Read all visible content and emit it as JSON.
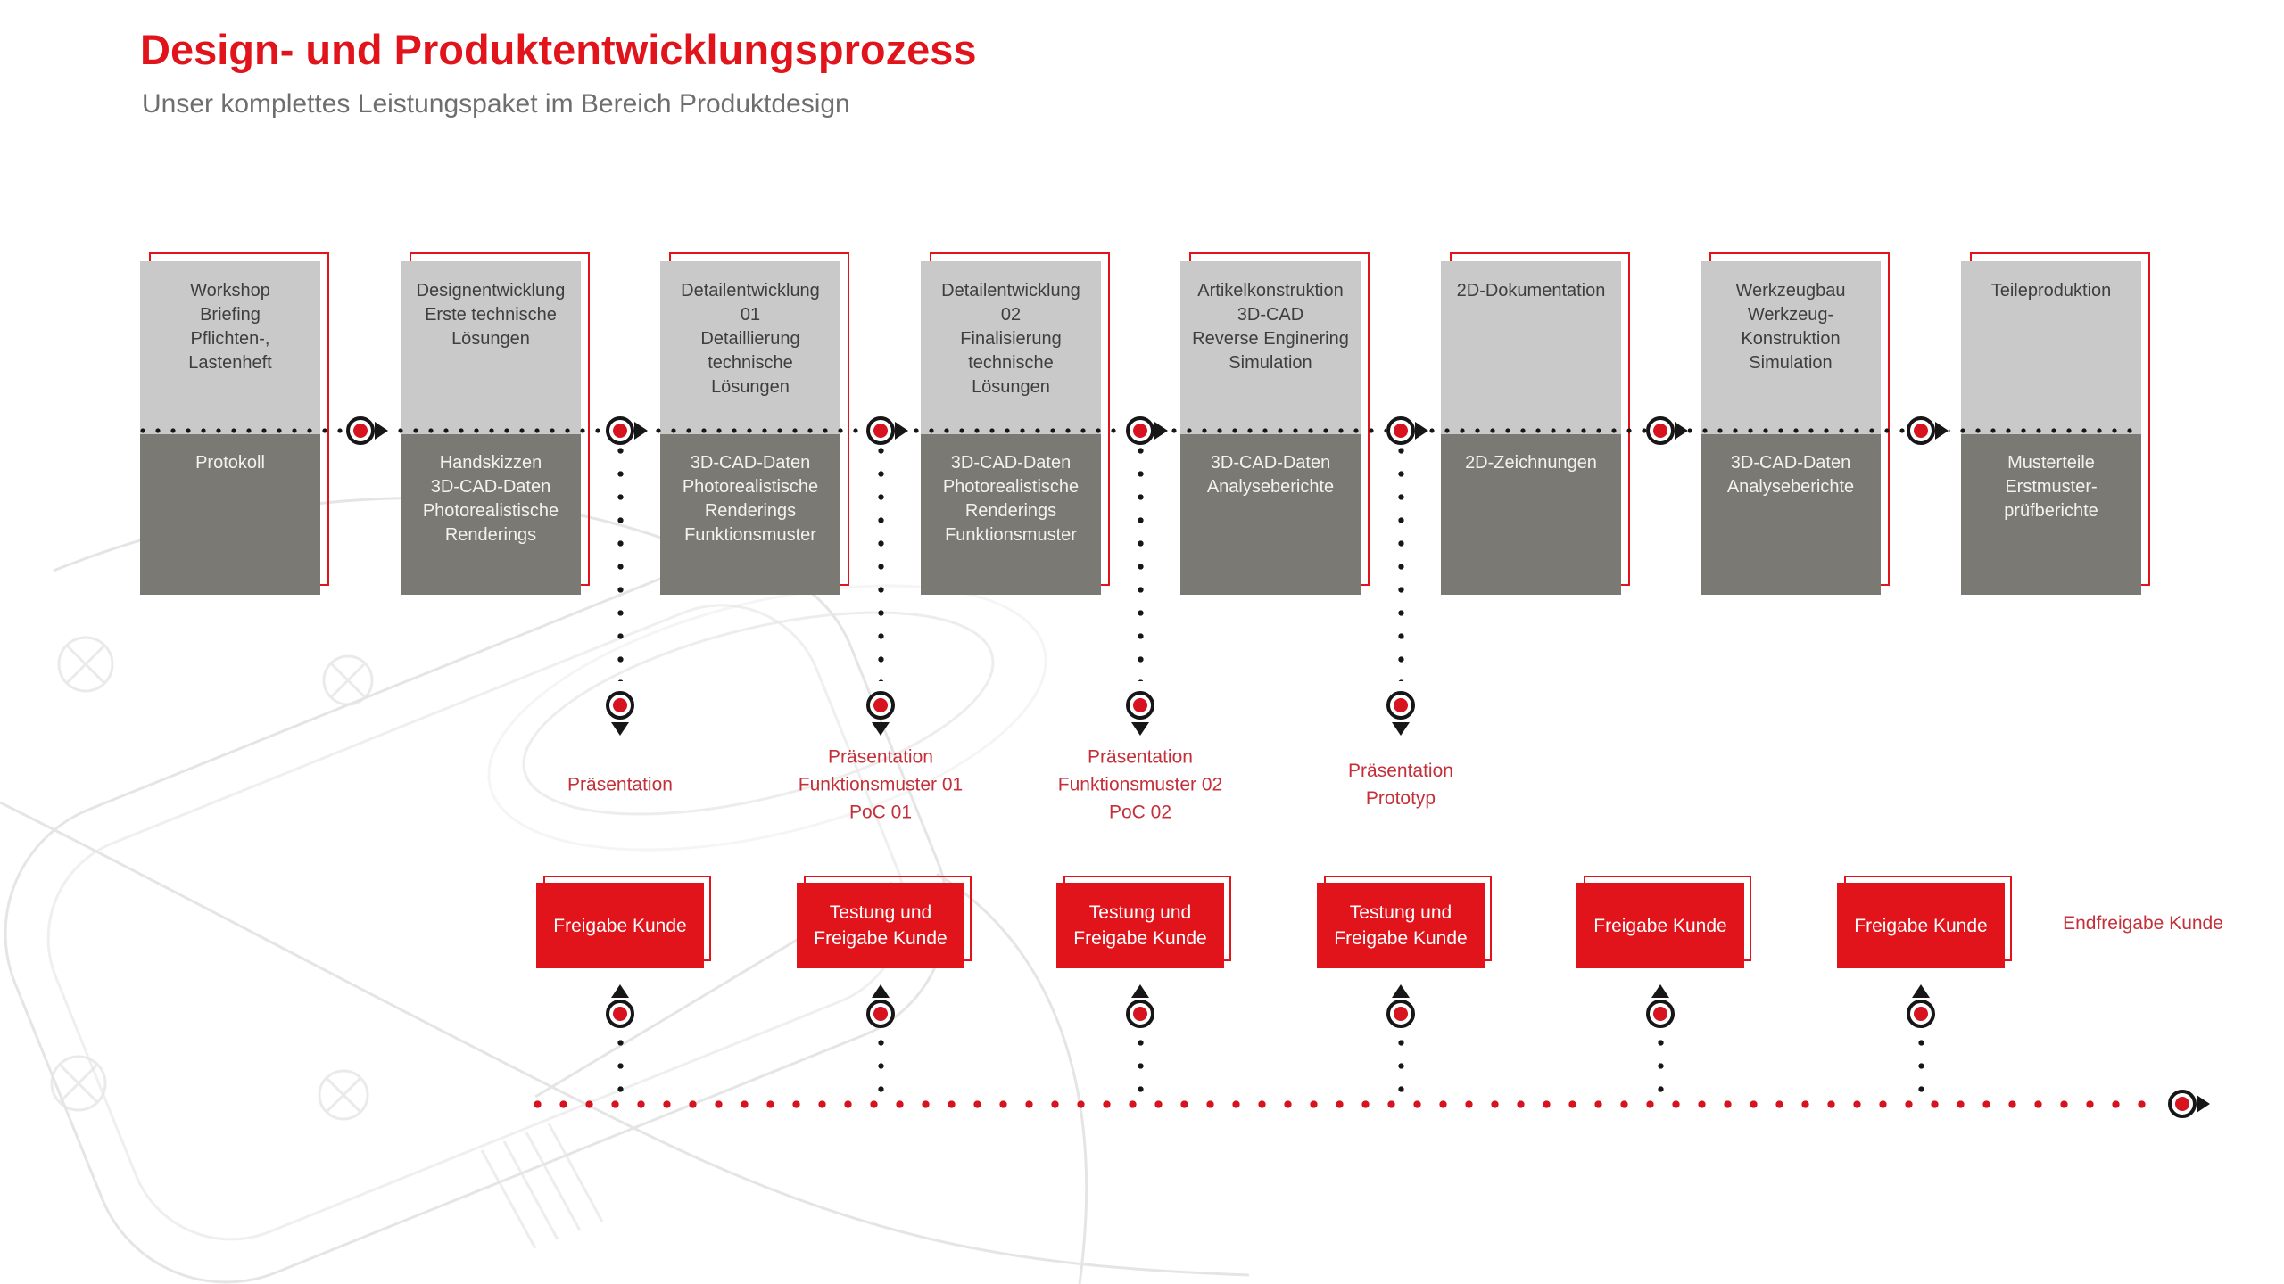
{
  "colors": {
    "accent": "#e1141c",
    "label_red": "#c43039",
    "dot_red": "#d6131f",
    "card_light": "#c9c9c9",
    "card_dark": "#7a7974"
  },
  "header": {
    "title": "Design- und Produktentwicklungsprozess",
    "subtitle": "Unser komplettes Leistungspaket im Bereich Produktdesign"
  },
  "phases": [
    {
      "top": [
        "Workshop",
        "Briefing",
        "Pflichten-,",
        "Lastenheft"
      ],
      "bottom": [
        "Protokoll"
      ]
    },
    {
      "top": [
        "Designentwicklung",
        "Erste technische",
        "Lösungen"
      ],
      "bottom": [
        "Handskizzen",
        "3D-CAD-Daten",
        "Photorealistische",
        "Renderings"
      ]
    },
    {
      "top": [
        "Detailentwicklung",
        "01",
        "Detaillierung",
        "technische",
        "Lösungen"
      ],
      "bottom": [
        "3D-CAD-Daten",
        "Photorealistische",
        "Renderings",
        "Funktionsmuster"
      ]
    },
    {
      "top": [
        "Detailentwicklung",
        "02",
        "Finalisierung",
        "technische",
        "Lösungen"
      ],
      "bottom": [
        "3D-CAD-Daten",
        "Photorealistische",
        "Renderings",
        "Funktionsmuster"
      ]
    },
    {
      "top": [
        "Artikelkonstruktion",
        "3D-CAD",
        "Reverse Enginering",
        "Simulation"
      ],
      "bottom": [
        "3D-CAD-Daten",
        "Analyseberichte"
      ]
    },
    {
      "top": [
        "2D-Dokumentation"
      ],
      "bottom": [
        "2D-Zeichnungen"
      ]
    },
    {
      "top": [
        "Werkzeugbau",
        "Werkzeug-",
        "Konstruktion",
        "Simulation"
      ],
      "bottom": [
        "3D-CAD-Daten",
        "Analyseberichte"
      ]
    },
    {
      "top": [
        "Teileproduktion"
      ],
      "bottom": [
        "Musterteile",
        "Erstmuster-",
        "prüfberichte"
      ]
    }
  ],
  "milestones": [
    {
      "label": [
        "Präsentation"
      ]
    },
    {
      "label": [
        "Präsentation",
        "Funktionsmuster 01",
        "PoC 01"
      ]
    },
    {
      "label": [
        "Präsentation",
        "Funktionsmuster 02",
        "PoC 02"
      ]
    },
    {
      "label": [
        "Präsentation",
        "Prototyp"
      ]
    }
  ],
  "approvals": [
    {
      "label": [
        "Freigabe Kunde"
      ]
    },
    {
      "label": [
        "Testung und",
        "Freigabe Kunde"
      ]
    },
    {
      "label": [
        "Testung und",
        "Freigabe Kunde"
      ]
    },
    {
      "label": [
        "Testung und",
        "Freigabe Kunde"
      ]
    },
    {
      "label": [
        "Freigabe Kunde"
      ]
    },
    {
      "label": [
        "Freigabe Kunde"
      ]
    }
  ],
  "final_approval": "Endfreigabe Kunde"
}
